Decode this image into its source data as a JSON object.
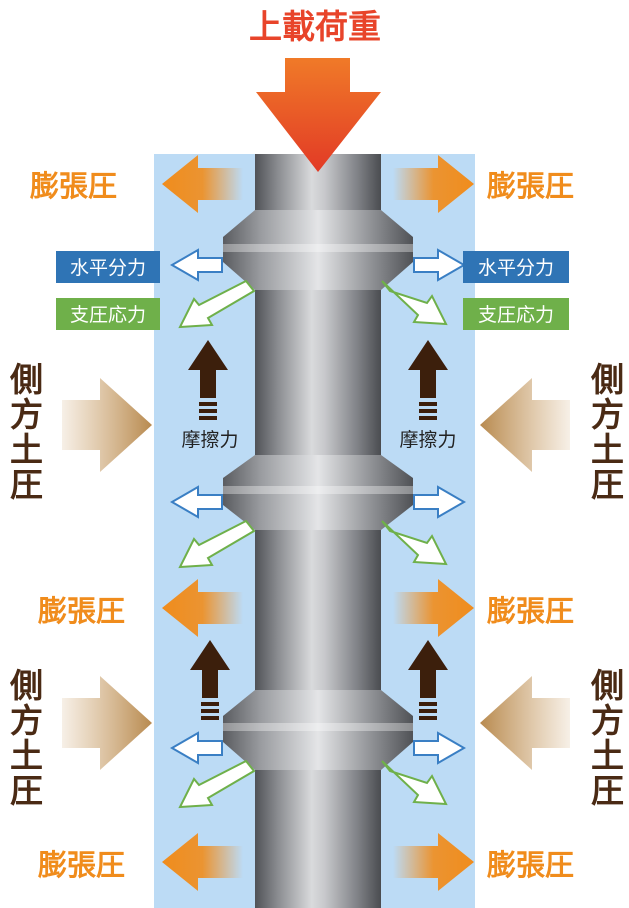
{
  "title": "上載荷重",
  "labels": {
    "expansion": "膨張圧",
    "horizontal": "水平分力",
    "bearing": "支圧応力",
    "friction": "摩擦力",
    "lateral_earth": "側方土圧"
  },
  "colors": {
    "soil_zone": "#bcdbf5",
    "load_arrow": "#e8442a",
    "expansion_arrow": "#f08c1c",
    "lateral_arrow": "#c79a5f",
    "friction_arrow": "#3c1f0c",
    "horizontal_tag": "#2f74b5",
    "bearing_tag": "#6fb04a",
    "pile": "#8c8e92"
  }
}
